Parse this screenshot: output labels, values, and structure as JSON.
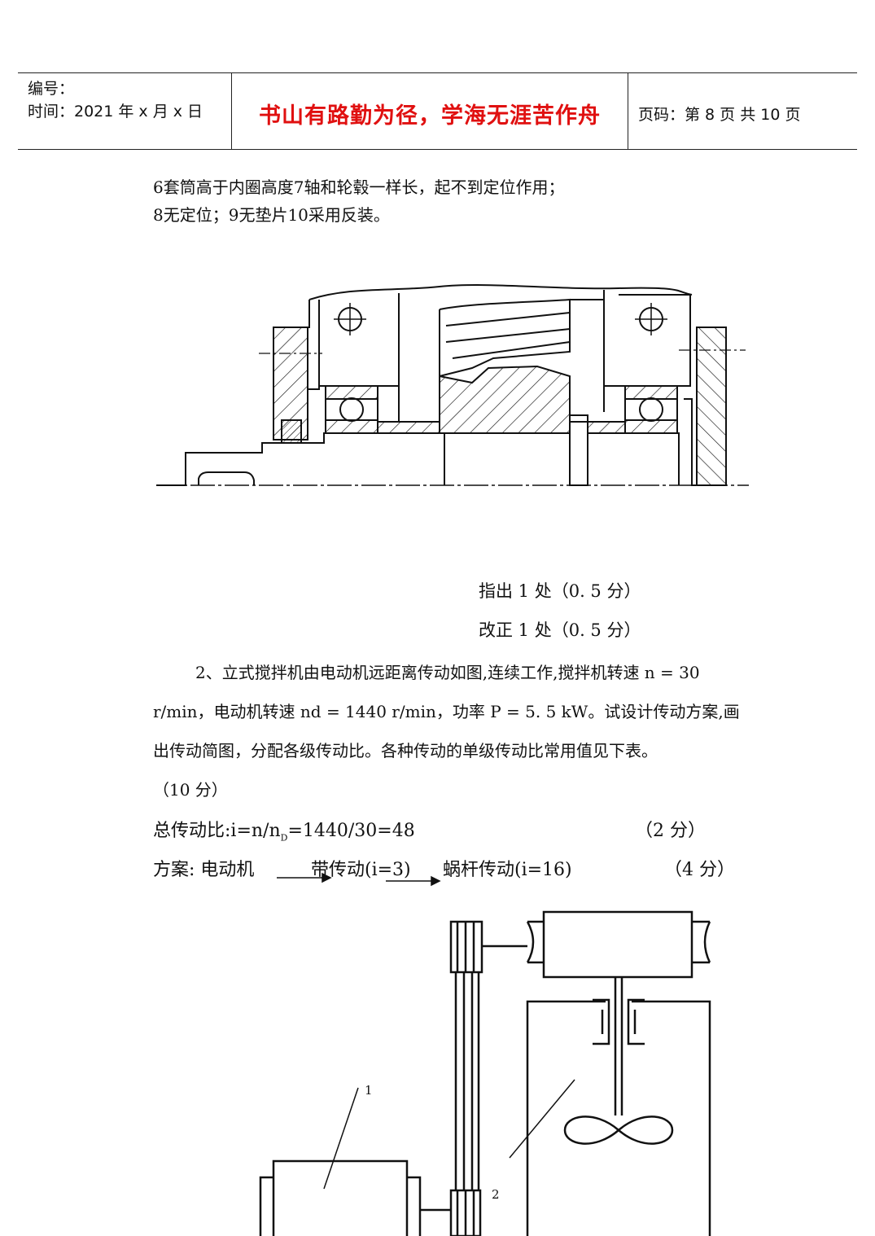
{
  "header": {
    "number_label": "编号：",
    "time_label": "时间：2021 年 x 月 x 日",
    "motto": "书山有路勤为径，学海无涯苦作舟",
    "page_label": "页码：第 8 页  共 10 页"
  },
  "errors": {
    "line1": "6套筒高于内圈高度7轴和轮毂一样长，起不到定位作用；",
    "line2": "8无定位；9无垫片10采用反装。"
  },
  "scoring": {
    "point_out": "指出 1 处（0. 5 分）",
    "correct": "改正 1 处（0. 5 分）"
  },
  "problem2": {
    "line1": "2、立式搅拌机由电动机远距离传动如图,连续工作,搅拌机转速 n = 30",
    "line2": "r/min，电动机转速 nd = 1440 r/min，功率 P = 5. 5 kW。试设计传动方案,画",
    "line3": "出传动简图，分配各级传动比。各种传动的单级传动比常用值见下表。",
    "line4": "（10 分）"
  },
  "solution": {
    "ratio_prefix": "总传动比:i=n/n",
    "ratio_sub": "D",
    "ratio_suffix": "=1440/30=48",
    "ratio_score": "（2 分）",
    "scheme_label": "方案: 电动机",
    "scheme_belt": "带传动(i=3)",
    "scheme_worm": "蜗杆传动(i=16)",
    "scheme_score": "（4 分）"
  },
  "diagram": {
    "label_1": "1",
    "label_2": "2"
  }
}
